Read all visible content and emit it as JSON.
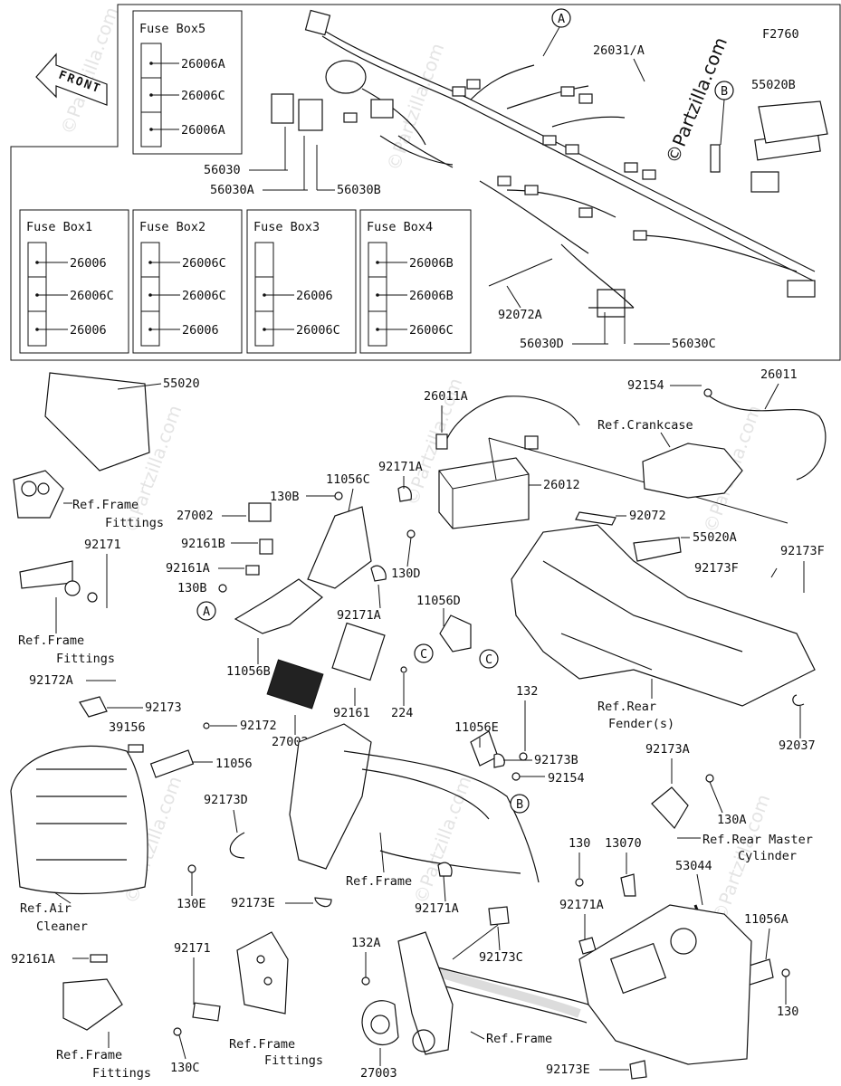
{
  "figure_code": "F2760",
  "front_label": "FRONT",
  "watermark": "©Partzilla.com",
  "callouts": {
    "A": "A",
    "B": "B",
    "C": "C"
  },
  "fuse_boxes": [
    {
      "title": "Fuse Box5",
      "items": [
        "26006A",
        "26006C",
        "26006A"
      ]
    },
    {
      "title": "Fuse Box1",
      "items": [
        "26006",
        "26006C",
        "26006"
      ]
    },
    {
      "title": "Fuse Box2",
      "items": [
        "26006C",
        "26006C",
        "26006"
      ]
    },
    {
      "title": "Fuse Box3",
      "items": [
        "26006",
        "26006C"
      ]
    },
    {
      "title": "Fuse Box4",
      "items": [
        "26006B",
        "26006B",
        "26006C"
      ]
    }
  ],
  "labels": {
    "p26031A": "26031/A",
    "p55020B": "55020B",
    "p56030": "56030",
    "p56030A": "56030A",
    "p56030B": "56030B",
    "p92072A": "92072A",
    "p56030D": "56030D",
    "p56030C": "56030C",
    "p55020": "55020",
    "refFrameFittings1a": "Ref.Frame",
    "refFrameFittings1b": "Fittings",
    "p92171": "92171",
    "refFrameFittings2a": "Ref.Frame",
    "refFrameFittings2b": "Fittings",
    "p92172A": "92172A",
    "p92173a": "92173",
    "p39156": "39156",
    "p92172": "92172",
    "p11056": "11056",
    "refAirCleanerA": "Ref.Air",
    "refAirCleanerB": "Cleaner",
    "p92173D": "92173D",
    "p130E": "130E",
    "p92173E1": "92173E",
    "p92161A2": "92161A",
    "refFrameFittings3a": "Ref.Frame",
    "refFrameFittings3b": "Fittings",
    "p92171b": "92171",
    "p130C": "130C",
    "refFrameFittings4a": "Ref.Frame",
    "refFrameFittings4b": "Fittings",
    "p27002": "27002",
    "p130B1": "130B",
    "p92161B": "92161B",
    "p92161A1": "92161A",
    "p130B2": "130B",
    "p11056C": "11056C",
    "p92171A1": "92171A",
    "p130D": "130D",
    "p92171A2": "92171A",
    "p11056B": "11056B",
    "p27002A": "27002A",
    "p92161": "92161",
    "p224": "224",
    "p11056D": "11056D",
    "p26011A": "26011A",
    "p26012": "26012",
    "p92154a": "92154",
    "p26011": "26011",
    "refCrankcase": "Ref.Crankcase",
    "p92072": "92072",
    "p55020A": "55020A",
    "p92173F1": "92173F",
    "p92173F2": "92173F",
    "refRearA": "Ref.Rear",
    "refRearB": "Fender(s)",
    "p92037": "92037",
    "p132": "132",
    "p11056E": "11056E",
    "p92173B": "92173B",
    "p92154b": "92154",
    "refFrame1": "Ref.Frame",
    "p92171A3": "92171A",
    "p92173A": "92173A",
    "p130A": "130A",
    "refRearMasterA": "Ref.Rear Master",
    "refRearMasterB": "Cylinder",
    "p130a": "130",
    "p13070": "13070",
    "p53044": "53044",
    "p92171A4": "92171A",
    "p11056A": "11056A",
    "p130b": "130",
    "p132A": "132A",
    "p92173C": "92173C",
    "refFrame2": "Ref.Frame",
    "p27003": "27003",
    "p92173E2": "92173E"
  }
}
